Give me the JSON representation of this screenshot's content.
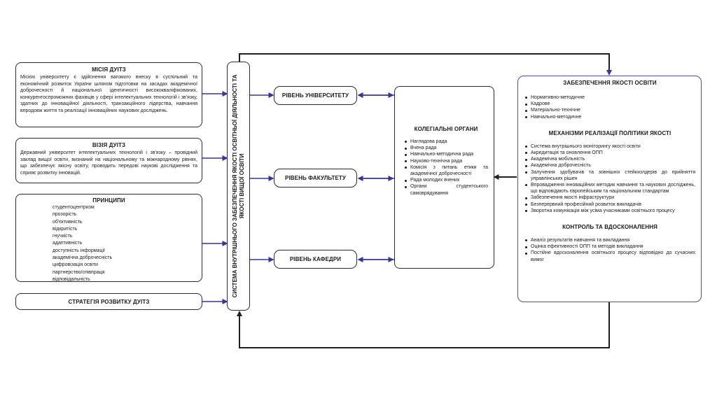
{
  "mission": {
    "title": "МІСІЯ ДУІТЗ",
    "text": "Місією університету є здійснення вагомого внеску в суспільний та економічний розвиток України шляхом підготовки на засадах академічної доброчесності й національної ідентичності висококваліфікованих, конкурентоспроможних фахівців у сфері інтелектуальних технологій і зв'язку, здатних до інноваційної діяльності, транзакційного лідерства, навчання впродовж життя та реалізації інноваційних наукових досліджень."
  },
  "vision": {
    "title": "ВІЗІЯ ДУІТЗ",
    "text": "Державний університет інтелектуальних технологій і зв'язку – провідний заклад вищої освіти, визнаний на національному та міжнародному рівнях, що забезпечує якісну освіту, проводить передові наукові дослідження та сприяє розвитку інновацій."
  },
  "principles": {
    "title": "ПРИНЦИПИ",
    "items": [
      "студентоцентризм",
      "прозорість",
      "об'єктивність",
      "відкритість",
      "гнучкість",
      "адаптивність",
      "доступність інформації",
      "академічна доброчесність",
      "цифровізація освіти",
      "партнерство/співпраця",
      "відповідальність"
    ]
  },
  "strategy": {
    "title": "СТРАТЕГІЯ РОЗВИТКУ ДУІТЗ"
  },
  "system": {
    "title": "СИСТЕМА ВНУТРІШНЬОГО ЗАБЕЗПЕЧЕННЯ ЯКОСТІ ОСВІТНЬОЇ ДІЯЛЬНОСТІ ТА ЯКОСТІ ВИЩОЇ ОСВІТИ"
  },
  "levels": {
    "university": "РІВЕНЬ УНІВЕРСИТЕТУ",
    "faculty": "РІВЕНЬ ФАКУЛЬТЕТУ",
    "department": "РІВЕНЬ КАФЕДРИ"
  },
  "collegial": {
    "title": "КОЛЕГІАЛЬНІ ОРГАНИ",
    "items": [
      "Наглядова рада",
      "Вчена рада",
      "Навчально-методична рада",
      "Науково-технічна рада",
      "Комісія з питань етики та академічної доброчесності",
      "Рада молодих вчених",
      "Органи студентського самоврядування"
    ]
  },
  "quality": {
    "section1_title": "ЗАБЕЗПЕЧЕННЯ ЯКОСТІ ОСВІТИ",
    "section1_items": [
      "Нормативно-методичне",
      "Кадрове",
      "Матеріально-технічне",
      "Навчально-методичне"
    ],
    "section2_title": "МЕХАНІЗМИ РЕАЛІЗАЦІЇ ПОЛІТИКИ ЯКОСТІ",
    "section2_items": [
      "Система внутрішнього моніторингу якості освіти",
      "Акредитація та оновлення ОПП",
      "Академічна мобільність",
      "Академічна доброчесність",
      "Залучення здобувачів та зовнішніх стейкхолдерів до прийняття управлінських рішен",
      "Впровадження інноваційних методик навчання та наукових досліджень, що відповідають європейським та національним стандартам",
      "Забезпечення якості інфраструктури",
      "Безперервний професійний розвиток викладачів",
      "Зворотна комунікація між усіма учасниками освітнього процесу"
    ],
    "section3_title": "КОНТРОЛЬ ТА ВДОСКОНАЛЕННЯ",
    "section3_items": [
      "Аналіз результатів навчання та викладання",
      "Оцінка ефективності ОПП та методів викладання",
      "Постійне вдосконалення освітнього процесу відповідно до сучасних вимог"
    ]
  },
  "colors": {
    "accent": "#3a3aa0",
    "dark": "#1f1f2a"
  }
}
